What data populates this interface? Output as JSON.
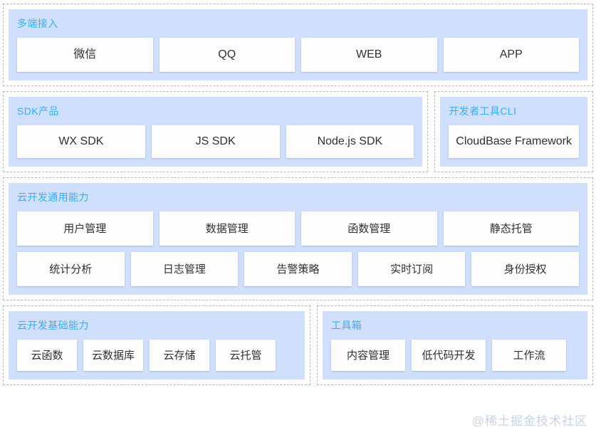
{
  "diagram": {
    "watermark": "@稀土掘金技术社区",
    "colors": {
      "panel_background": "#cfdffc",
      "panel_title": "#3aafee",
      "card_background": "#fdfdfd",
      "card_text": "#303030",
      "outline_dashed": "#b9b9b9",
      "page_background": "#ffffff",
      "watermark_text": "#c9d4e4"
    },
    "bands": [
      {
        "name": "multi-client-access",
        "panels": [
          {
            "title": "多端接入",
            "rows": [
              {
                "mode": "stretch",
                "cards": [
                  "微信",
                  "QQ",
                  "WEB",
                  "APP"
                ]
              }
            ]
          }
        ]
      },
      {
        "name": "sdk-and-cli",
        "panels": [
          {
            "title": "SDK产品",
            "rows": [
              {
                "mode": "stretch",
                "cards": [
                  "WX SDK",
                  "JS SDK",
                  "Node.js SDK"
                ]
              }
            ]
          },
          {
            "title": "开发者工具CLI",
            "rows": [
              {
                "mode": "stretch",
                "cards": [
                  "CloudBase Framework"
                ]
              }
            ]
          }
        ]
      },
      {
        "name": "cloud-general-capabilities",
        "panels": [
          {
            "title": "云开发通用能力",
            "rows": [
              {
                "mode": "stretch",
                "cards": [
                  "用户管理",
                  "数据管理",
                  "函数管理",
                  "静态托管"
                ]
              },
              {
                "mode": "stretch",
                "cards": [
                  "统计分析",
                  "日志管理",
                  "告警策略",
                  "实时订阅",
                  "身份授权"
                ]
              }
            ]
          }
        ]
      },
      {
        "name": "base-capabilities-and-toolbox",
        "panels": [
          {
            "title": "云开发基础能力",
            "rows": [
              {
                "mode": "natural",
                "cards": [
                  "云函数",
                  "云数据库",
                  "云存储",
                  "云托管"
                ]
              }
            ]
          },
          {
            "title": "工具箱",
            "rows": [
              {
                "mode": "natural",
                "cards": [
                  "内容管理",
                  "低代码开发",
                  "工作流"
                ]
              }
            ]
          }
        ]
      }
    ]
  }
}
